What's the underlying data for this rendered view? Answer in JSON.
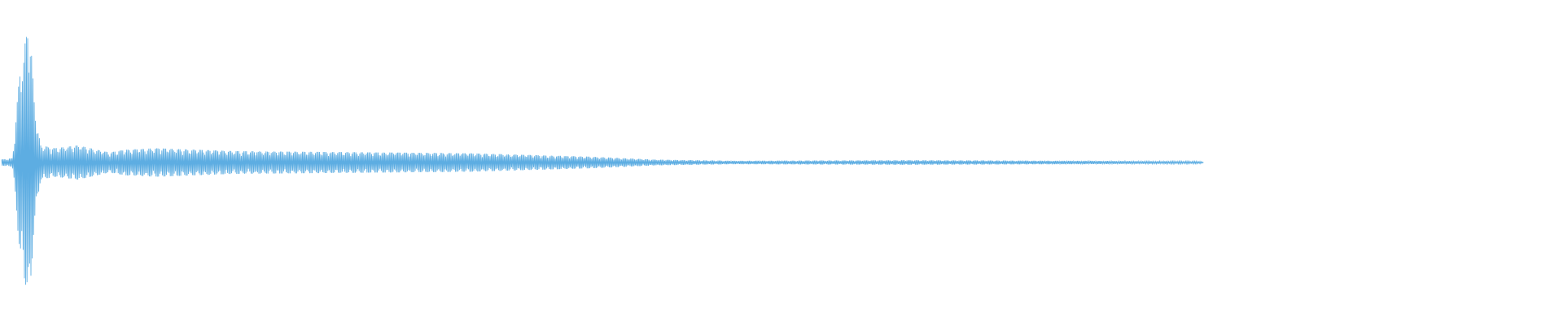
{
  "waveform": {
    "color": "#5dade2",
    "background": "#ffffff",
    "signal_end_fraction": 0.77,
    "peak_amplitude": 1.0,
    "envelope": [
      {
        "t": 0.0,
        "amp": 0.02
      },
      {
        "t": 0.008,
        "amp": 0.03
      },
      {
        "t": 0.012,
        "amp": 0.55
      },
      {
        "t": 0.015,
        "amp": 0.78
      },
      {
        "t": 0.019,
        "amp": 1.0
      },
      {
        "t": 0.022,
        "amp": 0.4
      },
      {
        "t": 0.026,
        "amp": 0.12
      },
      {
        "t": 0.035,
        "amp": 0.1
      },
      {
        "t": 0.05,
        "amp": 0.12
      },
      {
        "t": 0.07,
        "amp": 0.07
      },
      {
        "t": 0.08,
        "amp": 0.09
      },
      {
        "t": 0.1,
        "amp": 0.1
      },
      {
        "t": 0.15,
        "amp": 0.08
      },
      {
        "t": 0.2,
        "amp": 0.075
      },
      {
        "t": 0.3,
        "amp": 0.065
      },
      {
        "t": 0.38,
        "amp": 0.04
      },
      {
        "t": 0.42,
        "amp": 0.02
      },
      {
        "t": 0.47,
        "amp": 0.012
      },
      {
        "t": 0.58,
        "amp": 0.016
      },
      {
        "t": 0.68,
        "amp": 0.012
      },
      {
        "t": 0.768,
        "amp": 0.008
      },
      {
        "t": 0.77,
        "amp": 0.0
      }
    ]
  }
}
